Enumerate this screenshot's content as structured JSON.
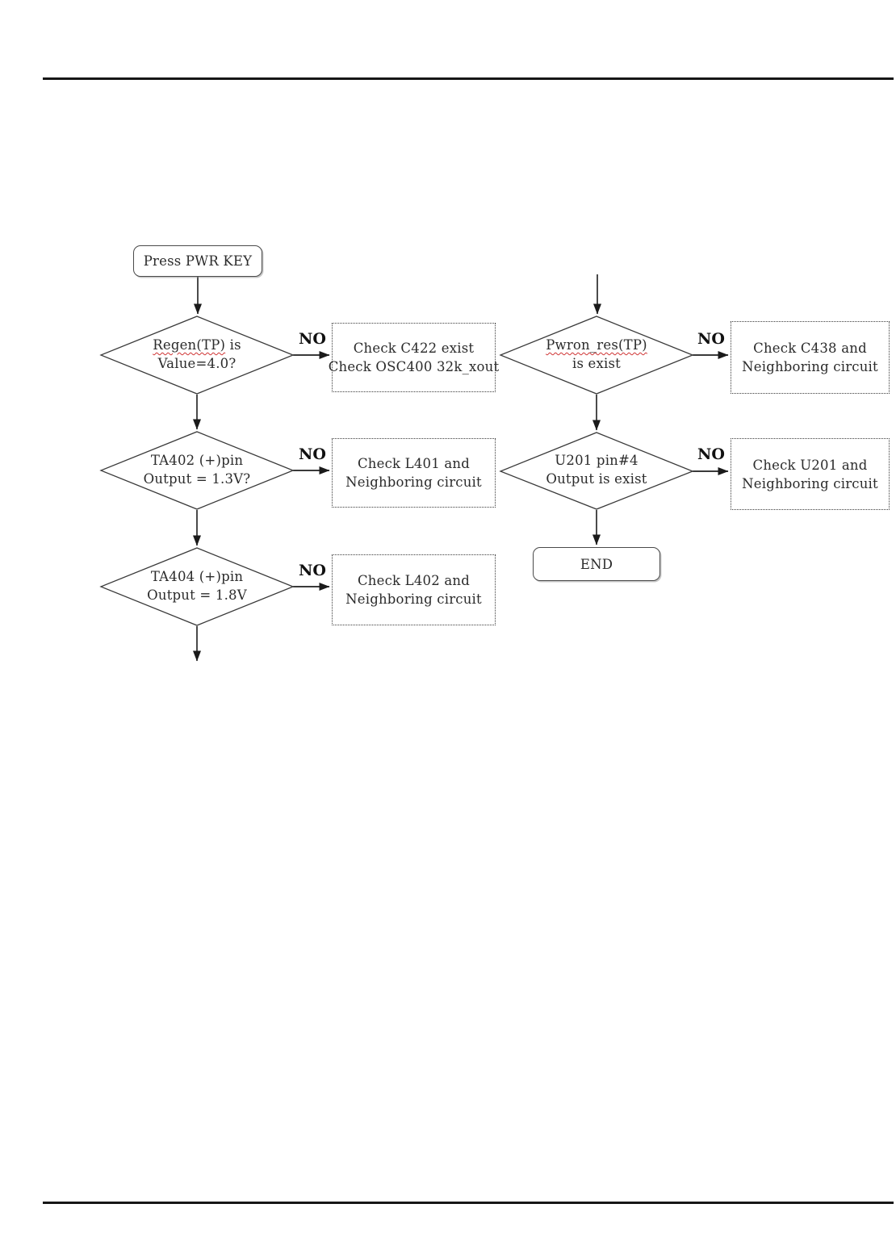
{
  "diagram": {
    "branch_label": "NO",
    "start": {
      "label": "Press PWR KEY"
    },
    "end": {
      "label": "END"
    },
    "left_flow": [
      {
        "decision": {
          "line1_misspelled": "Regen(TP)",
          "line1_rest": " is",
          "line2": "Value=4.0?"
        },
        "action": {
          "line1": "Check C422 exist",
          "line2": "Check OSC400 32k_xout"
        }
      },
      {
        "decision": {
          "line1": "TA402 (+)pin",
          "line2": "Output = 1.3V?"
        },
        "action": {
          "line1": "Check L401 and",
          "line2": "Neighboring circuit"
        }
      },
      {
        "decision": {
          "line1": "TA404 (+)pin",
          "line2": "Output = 1.8V"
        },
        "action": {
          "line1": "Check L402 and",
          "line2": "Neighboring circuit"
        }
      }
    ],
    "right_flow": [
      {
        "decision": {
          "line1_misspelled": "Pwron_res(TP)",
          "line1_rest": "",
          "line2": "is exist"
        },
        "action": {
          "line1": "Check C438 and",
          "line2": "Neighboring circuit"
        }
      },
      {
        "decision": {
          "line1": "U201 pin#4",
          "line2": "Output is exist"
        },
        "action": {
          "line1": "Check U201 and",
          "line2": "Neighboring circuit"
        }
      }
    ],
    "colors": {
      "line": "#1e1e1e",
      "shape_stroke": "#3a3a3a",
      "text": "#2b2b2b",
      "spellcheck_underline": "#cf3333"
    }
  }
}
